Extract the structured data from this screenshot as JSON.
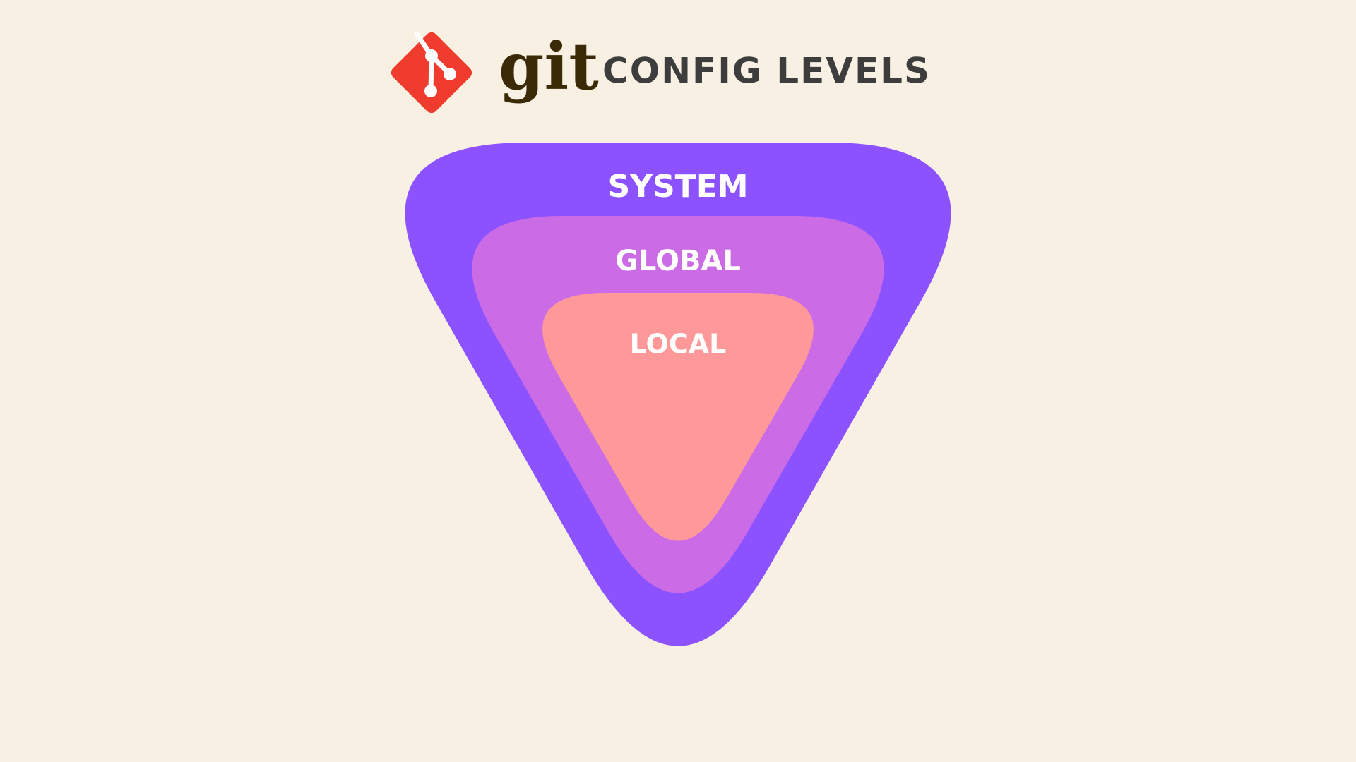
{
  "header": {
    "logo_icon": "git-logo-icon",
    "wordmark": "git",
    "title": "CONFIG LEVELS"
  },
  "levels": [
    {
      "label": "SYSTEM",
      "color": "#8c52ff"
    },
    {
      "label": "GLOBAL",
      "color": "#cb6ce6"
    },
    {
      "label": "LOCAL",
      "color": "#ff9999"
    }
  ],
  "colors": {
    "background": "#f8f1e3",
    "logo": "#f03c2e",
    "wordmark": "#3b2a06",
    "title": "#3d3d3d",
    "label": "#ffffff"
  }
}
